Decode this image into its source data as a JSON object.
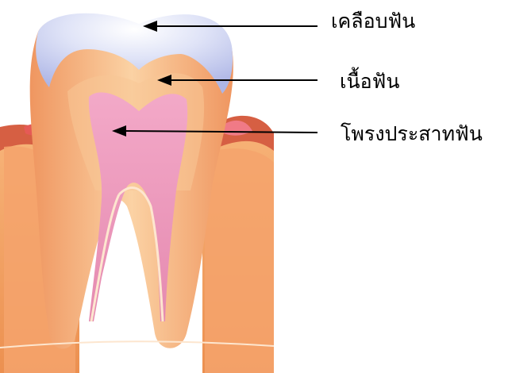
{
  "labels": {
    "enamel": "เคลือบฟัน",
    "dentin": "เนื้อฟัน",
    "pulp": "โพรงประสาทฟัน"
  },
  "colors": {
    "enamel": "#c9cdf0",
    "enamel_highlight": "#ffffff",
    "dentin": "#f2a46a",
    "pulp": "#ea93b8",
    "gum": "#d2553f",
    "bone": "#f3a160",
    "arrow": "#000000"
  }
}
